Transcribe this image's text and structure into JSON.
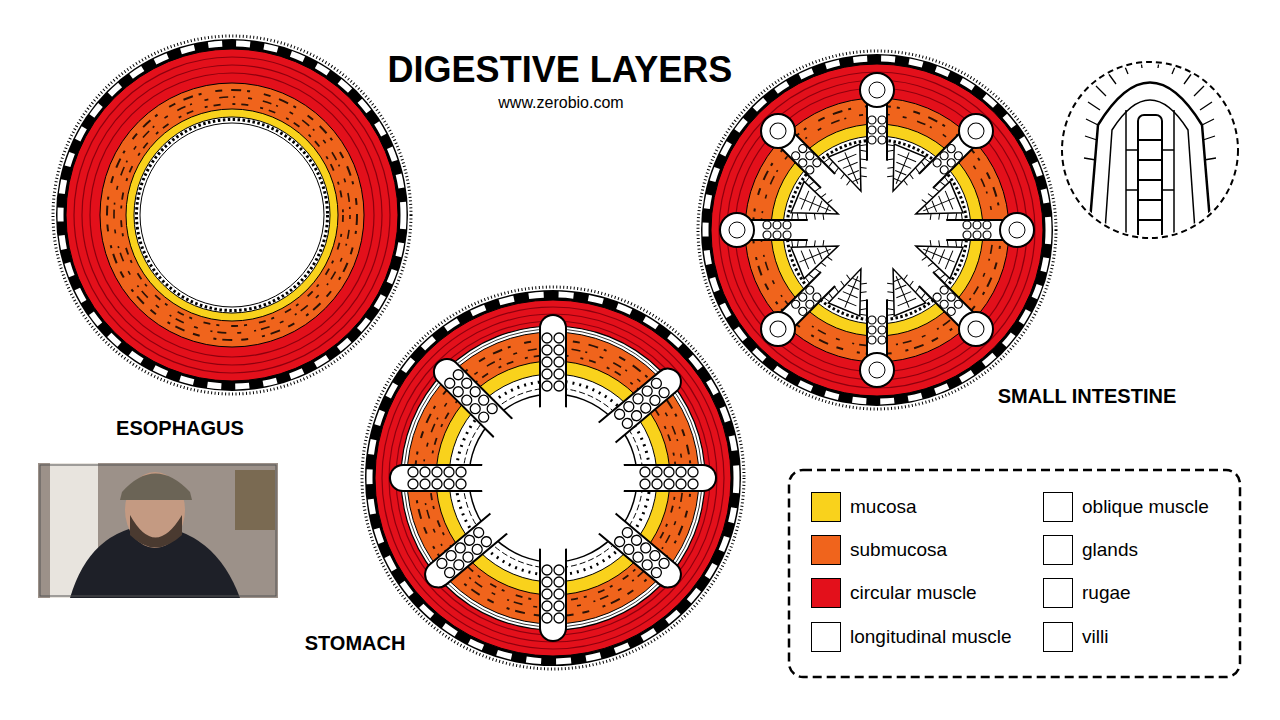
{
  "diagram": {
    "title": "DIGESTIVE LAYERS",
    "labels": [
      "www.zerobio.com",
      "ESOPHAGUS",
      "STOMACH",
      "SMALL INTESTINE"
    ],
    "legend": [
      {
        "text": "mucosa",
        "color": "#f9d21c"
      },
      {
        "text": "submucosa",
        "color": "#f0641c"
      },
      {
        "text": "circular muscle",
        "color": "#e3101b"
      },
      {
        "text": "longitudinal muscle",
        "color": "#ffffff"
      },
      {
        "text": "oblique muscle",
        "color": "#ffffff"
      },
      {
        "text": "glands",
        "color": "#ffffff"
      },
      {
        "text": "rugae",
        "color": "#ffffff"
      },
      {
        "text": "villi",
        "color": "#ffffff"
      }
    ]
  }
}
